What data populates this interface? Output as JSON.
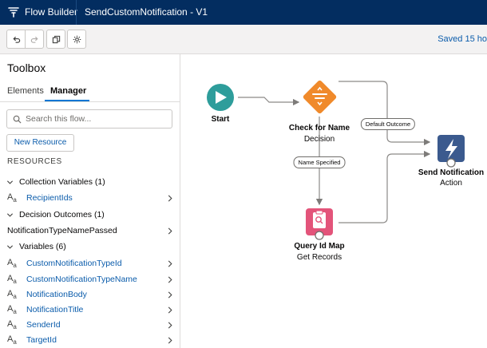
{
  "header": {
    "app_name": "Flow Builder",
    "flow_title": "SendCustomNotification - V1"
  },
  "toolbar": {
    "saved_text": "Saved 15 ho"
  },
  "toolbox": {
    "title": "Toolbox",
    "tabs": [
      {
        "label": "Elements",
        "active": false
      },
      {
        "label": "Manager",
        "active": true
      }
    ],
    "search_placeholder": "Search this flow...",
    "new_resource_label": "New Resource",
    "resources_header": "RESOURCES",
    "type_icon": "A",
    "type_icon_sub": "a",
    "sections": [
      {
        "label": "Collection Variables (1)",
        "items": [
          {
            "label": "RecipientIds",
            "plain": false
          }
        ]
      },
      {
        "label": "Decision Outcomes (1)",
        "items": [
          {
            "label": "NotificationTypeNamePassed",
            "plain": true
          }
        ]
      },
      {
        "label": "Variables (6)",
        "items": [
          {
            "label": "CustomNotificationTypeId",
            "plain": false
          },
          {
            "label": "CustomNotificationTypeName",
            "plain": false
          },
          {
            "label": "NotificationBody",
            "plain": false
          },
          {
            "label": "NotificationTitle",
            "plain": false
          },
          {
            "label": "SenderId",
            "plain": false
          },
          {
            "label": "TargetId",
            "plain": false
          }
        ]
      }
    ]
  },
  "canvas": {
    "nodes": {
      "start": {
        "label": "Start",
        "color": "#2e9d9b"
      },
      "decision": {
        "label": "Check for Name",
        "sublabel": "Decision",
        "color": "#f08a2b"
      },
      "action": {
        "label": "Send Notification",
        "sublabel": "Action",
        "color": "#3b5a8e"
      },
      "get_records": {
        "label": "Query Id Map",
        "sublabel": "Get Records",
        "color": "#e3547a"
      }
    },
    "connectors": {
      "default_outcome": "Default Outcome",
      "name_specified": "Name Specified"
    }
  },
  "colors": {
    "header_bg": "#032d60",
    "accent": "#0176d3",
    "link": "#0b5cab"
  },
  "icons": [
    "flow-builder-icon",
    "undo-icon",
    "redo-icon",
    "copy-icon",
    "settings-icon",
    "search-icon",
    "chevron-down-icon",
    "chevron-right-icon",
    "text-type-icon",
    "play-icon",
    "decision-icon",
    "bolt-icon",
    "record-lookup-icon"
  ]
}
